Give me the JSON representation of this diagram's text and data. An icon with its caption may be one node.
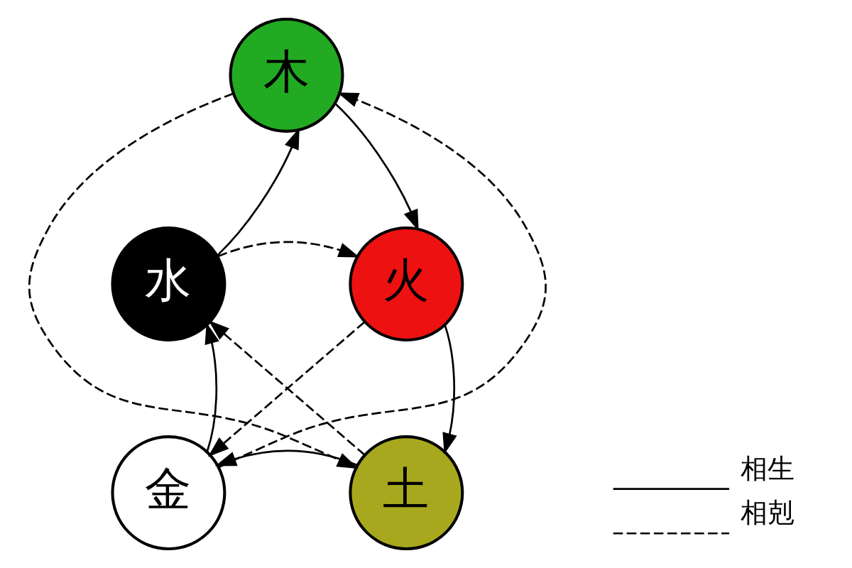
{
  "diagram": {
    "nodes": [
      {
        "text": [
          "木"
        ]
      },
      {
        "text": [
          "火"
        ]
      },
      {
        "text": [
          "土"
        ]
      },
      {
        "text": [
          "金"
        ]
      },
      {
        "text": [
          "水"
        ]
      }
    ],
    "edges": [
      {
        "from": 0,
        "to": 1,
        "arrow": "to"
      },
      {
        "from": 1,
        "to": 2,
        "arrow": "to"
      },
      {
        "from": 2,
        "to": 3,
        "arrow": "to"
      },
      {
        "from": 3,
        "to": 4,
        "arrow": "to"
      },
      {
        "from": 4,
        "to": 0,
        "arrow": "to"
      },
      {
        "from": 0,
        "to": 2,
        "arrow": "to",
        "style": "dashed"
      },
      {
        "from": 2,
        "to": 4,
        "arrow": "to",
        "style": "dashed"
      },
      {
        "from": 4,
        "to": 1,
        "arrow": "to",
        "style": "dashed"
      },
      {
        "from": 1,
        "to": 3,
        "arrow": "to",
        "style": "dashed"
      },
      {
        "from": 3,
        "to": 0,
        "arrow": "to",
        "style": "dashed"
      }
    ],
    "legend": [
      {
        "text": "相生"
      },
      {
        "text": "相剋"
      }
    ]
  }
}
